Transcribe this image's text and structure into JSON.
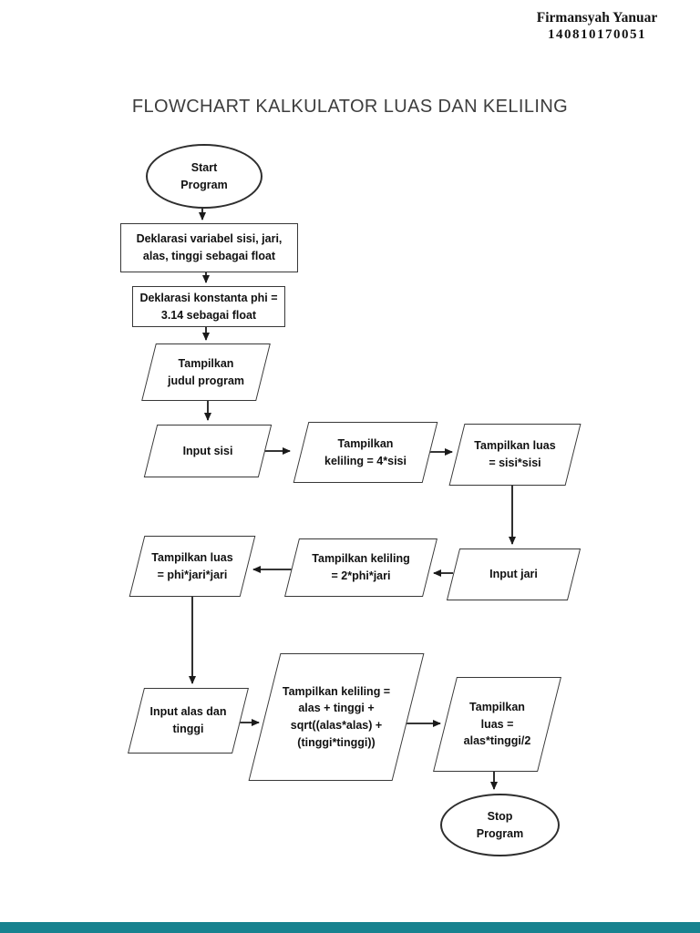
{
  "header": {
    "author": "Firmansyah Yanuar",
    "student_id": "140810170051"
  },
  "title": "FLOWCHART KALKULATOR LUAS DAN KELILING",
  "footer": {
    "bar_color": "#17828F"
  },
  "flowchart": {
    "start": "Start\nProgram",
    "decl_var": "Deklarasi variabel sisi, jari,\nalas, tinggi sebagai float",
    "decl_phi": "Deklarasi konstanta phi =\n3.14 sebagai float",
    "judul": "Tampilkan\njudul program",
    "input_sisi": "Input sisi",
    "keliling_sisi": "Tampilkan\nkeliling = 4*sisi",
    "luas_sisi": "Tampilkan luas\n= sisi*sisi",
    "input_jari": "Input jari",
    "keliling_jari": "Tampilkan keliling\n= 2*phi*jari",
    "luas_jari": "Tampilkan luas\n= phi*jari*jari",
    "input_alas": "Input alas dan\ntinggi",
    "keliling_alas": "Tampilkan keliling =\nalas + tinggi +\nsqrt((alas*alas) +\n(tinggi*tinggi))",
    "luas_alas": "Tampilkan\nluas =\nalas*tinggi/2",
    "stop": "Stop\nProgram"
  }
}
